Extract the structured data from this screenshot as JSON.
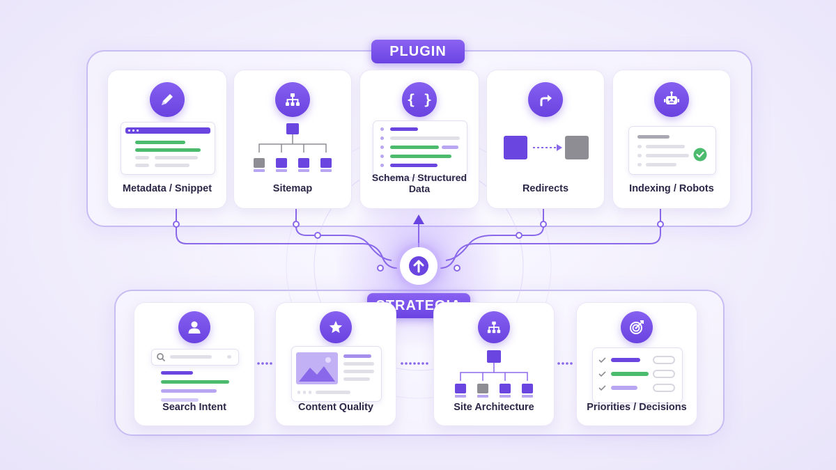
{
  "plugin": {
    "title": "PLUGIN",
    "cards": [
      {
        "label": "Metadata / Snippet",
        "icon": "pencil-icon"
      },
      {
        "label": "Sitemap",
        "icon": "sitemap-icon"
      },
      {
        "label": "Schema / Structured Data",
        "icon": "braces-icon"
      },
      {
        "label": "Redirects",
        "icon": "redirect-arrow-icon"
      },
      {
        "label": "Indexing / Robots",
        "icon": "robot-icon"
      }
    ]
  },
  "strategia": {
    "title": "STRATEGIA",
    "cards": [
      {
        "label": "Search Intent",
        "icon": "user-icon"
      },
      {
        "label": "Content Quality",
        "icon": "star-icon"
      },
      {
        "label": "Site Architecture",
        "icon": "sitemap-icon"
      },
      {
        "label": "Priorities / Decisions",
        "icon": "target-icon"
      }
    ]
  },
  "center": {
    "icon": "arrow-up-icon"
  },
  "colors": {
    "accent": "#6b45e0",
    "green": "#4dbb6e",
    "gray": "#8e8d94",
    "background": "#f3f0fd"
  }
}
